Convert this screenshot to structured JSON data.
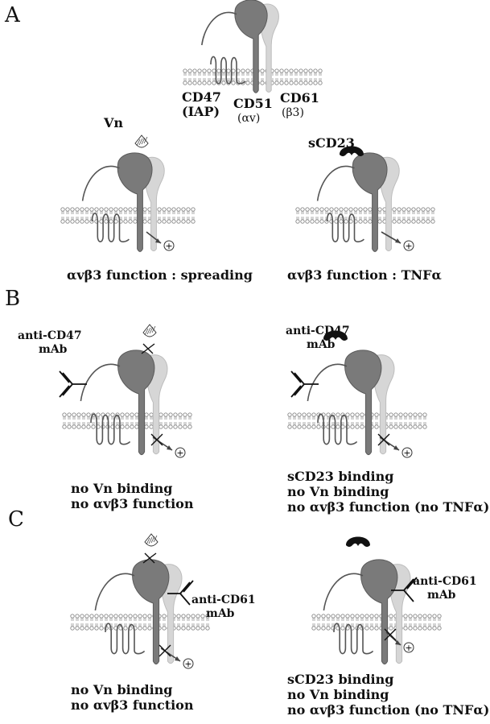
{
  "panels": {
    "a": "A",
    "b": "B",
    "c": "C"
  },
  "top_labels": {
    "cd47": "CD47",
    "iap": "(IAP)",
    "cd51": "CD51",
    "av": "(αv)",
    "cd61": "CD61",
    "b3": "(β3)"
  },
  "ligands": {
    "vn": "Vn",
    "scd23_a": "sCD23"
  },
  "captions": {
    "a_left": "αvβ3 function : spreading",
    "a_right": "αvβ3 function : TNFα",
    "b_left_1": "no Vn binding",
    "b_left_2": "no αvβ3 function",
    "b_right_1": "sCD23 binding",
    "b_right_2": "no Vn binding",
    "b_right_3": "no αvβ3 function (no TNFα)",
    "c_left_1": "no Vn binding",
    "c_left_2": "no αvβ3 function",
    "c_right_1": "sCD23 binding",
    "c_right_2": "no Vn binding",
    "c_right_3": "no αvβ3 function (no TNFα)"
  },
  "antibodies": {
    "anti_cd47_b_left_1": "anti-CD47",
    "anti_cd47_b_left_2": "mAb",
    "anti_cd47_b_right_1": "anti-CD47",
    "anti_cd47_b_right_2": "mAb",
    "anti_cd61_c_left_1": "anti-CD61",
    "anti_cd61_c_left_2": "mAb",
    "anti_cd61_c_right_1": "anti-CD61",
    "anti_cd61_c_right_2": "mAb"
  },
  "signal_symbol": "+",
  "colors": {
    "cd47_line": "#555555",
    "cd51_fill": "#7a7a7a",
    "cd61_fill": "#d6d6d6",
    "scd23_fill": "#111111",
    "membrane": "#888888"
  }
}
